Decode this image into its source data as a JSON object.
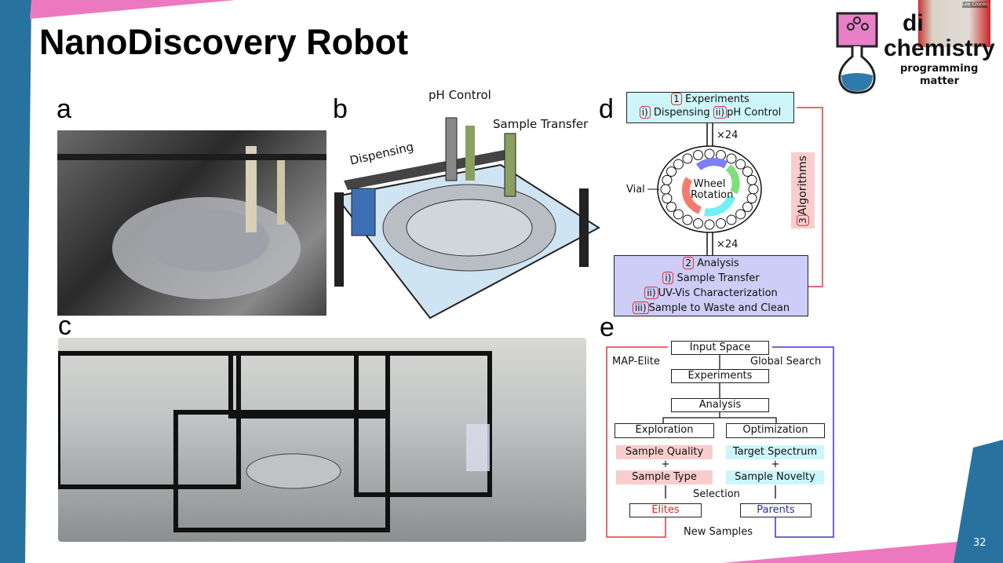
{
  "slide": {
    "title": "NanoDiscovery Robot",
    "page_number": "32"
  },
  "colors": {
    "blue_band": "#2872a0",
    "pink_band": "#ec79bf",
    "cyan_box": "#cdf6fb",
    "lavender_box": "#cdcdf7",
    "pink_highlight": "#f9cdcd",
    "red_line": "#e03a3a",
    "blue_line": "#3a3ab8"
  },
  "logo": {
    "line1": "di",
    "line2": "chemistry",
    "line3": "programming",
    "line4": "matter",
    "icon": "flask-circuit-icon"
  },
  "webcam": {
    "name": "Lee Cronin"
  },
  "panels": {
    "a": {
      "label": "a"
    },
    "b": {
      "label": "b",
      "callouts": {
        "ph": "pH Control",
        "transfer": "Sample Transfer",
        "dispensing": "Dispensing"
      }
    },
    "c": {
      "label": "c"
    },
    "d": {
      "label": "d",
      "experiments": {
        "num": "1",
        "title": "Experiments",
        "i_num": "i)",
        "i": "Dispensing",
        "ii_num": "ii)",
        "ii": "pH Control"
      },
      "x24_top": "×24",
      "x24_bottom": "×24",
      "wheel": {
        "line1": "Wheel",
        "line2": "Rotation",
        "vial": "Vial"
      },
      "algorithms": {
        "num": "3",
        "label": "Algorithms"
      },
      "analysis": {
        "num": "2",
        "title": "Analysis",
        "i_num": "i)",
        "i": "Sample Transfer",
        "ii_num": "ii)",
        "ii": "UV-Vis Characterization",
        "iii_num": "iii)",
        "iii": "Sample to Waste and Clean"
      }
    },
    "e": {
      "label": "e",
      "input_space": "Input Space",
      "experiments": "Experiments",
      "analysis": "Analysis",
      "exploration": "Exploration",
      "optimization": "Optimization",
      "sample_quality": "Sample Quality",
      "sample_type": "Sample Type",
      "target_spectrum": "Target Spectrum",
      "sample_novelty": "Sample Novelty",
      "plus": "+",
      "selection": "Selection",
      "elites": "Elites",
      "parents": "Parents",
      "new_samples": "New Samples",
      "map_elite": "MAP-Elite",
      "global_search": "Global Search"
    }
  }
}
